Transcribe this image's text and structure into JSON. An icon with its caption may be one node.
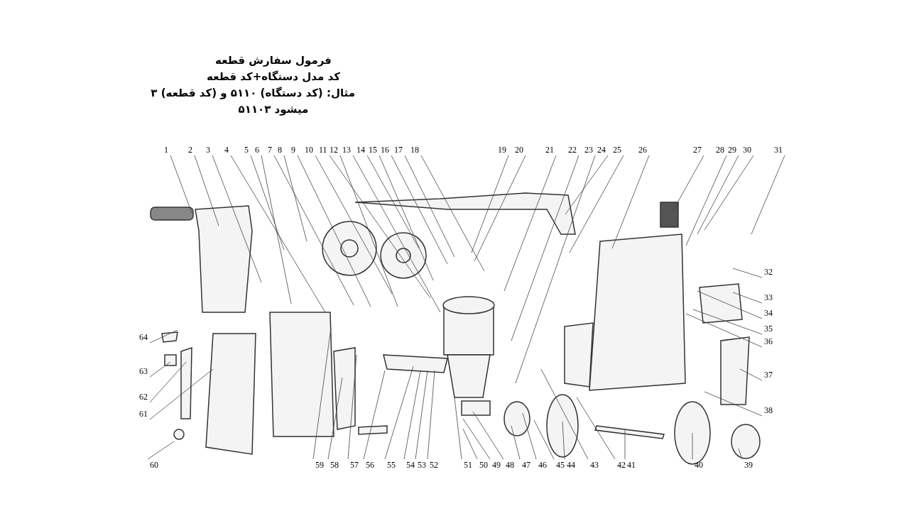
{
  "diagram": {
    "nodes": [
      {
        "text": [
          "1"
        ]
      },
      {
        "text": [
          "2"
        ]
      },
      {
        "text": [
          "3"
        ]
      },
      {
        "text": [
          "4"
        ]
      },
      {
        "text": [
          "5"
        ]
      },
      {
        "text": [
          "6"
        ]
      },
      {
        "text": [
          "7"
        ]
      },
      {
        "text": [
          "8"
        ]
      },
      {
        "text": [
          "9"
        ]
      },
      {
        "text": [
          "10"
        ]
      },
      {
        "text": [
          "11"
        ]
      },
      {
        "text": [
          "12"
        ]
      },
      {
        "text": [
          "13"
        ]
      },
      {
        "text": [
          "14"
        ]
      },
      {
        "text": [
          "15"
        ]
      },
      {
        "text": [
          "16"
        ]
      },
      {
        "text": [
          "17"
        ]
      },
      {
        "text": [
          "18"
        ]
      },
      {
        "text": [
          "19"
        ]
      },
      {
        "text": [
          "20"
        ]
      },
      {
        "text": [
          "21"
        ]
      },
      {
        "text": [
          "22"
        ]
      },
      {
        "text": [
          "23"
        ]
      },
      {
        "text": [
          "24"
        ]
      },
      {
        "text": [
          "25"
        ]
      },
      {
        "text": [
          "26"
        ]
      },
      {
        "text": [
          "27"
        ]
      },
      {
        "text": [
          "28"
        ]
      },
      {
        "text": [
          "29"
        ]
      },
      {
        "text": [
          "30"
        ]
      },
      {
        "text": [
          "31"
        ]
      },
      {
        "text": [
          "32"
        ]
      },
      {
        "text": [
          "33"
        ]
      },
      {
        "text": [
          "34"
        ]
      },
      {
        "text": [
          "35"
        ]
      },
      {
        "text": [
          "36"
        ]
      },
      {
        "text": [
          "37"
        ]
      },
      {
        "text": [
          "38"
        ]
      },
      {
        "text": [
          "39"
        ]
      },
      {
        "text": [
          "40"
        ]
      },
      {
        "text": [
          "41"
        ]
      },
      {
        "text": [
          "42"
        ]
      },
      {
        "text": [
          "43"
        ]
      },
      {
        "text": [
          "44"
        ]
      },
      {
        "text": [
          "45"
        ]
      },
      {
        "text": [
          "46"
        ]
      },
      {
        "text": [
          "47"
        ]
      },
      {
        "text": [
          "48"
        ]
      },
      {
        "text": [
          "49"
        ]
      },
      {
        "text": [
          "50"
        ]
      },
      {
        "text": [
          "51"
        ]
      },
      {
        "text": [
          "52"
        ]
      },
      {
        "text": [
          "53"
        ]
      },
      {
        "text": [
          "54"
        ]
      },
      {
        "text": [
          "55"
        ]
      },
      {
        "text": [
          "56"
        ]
      },
      {
        "text": [
          "57"
        ]
      },
      {
        "text": [
          "58"
        ]
      },
      {
        "text": [
          "59"
        ]
      },
      {
        "text": [
          "60"
        ]
      },
      {
        "text": [
          "61"
        ]
      },
      {
        "text": [
          "62"
        ]
      },
      {
        "text": [
          "63"
        ]
      },
      {
        "text": [
          "64"
        ]
      }
    ],
    "edges": [
      {
        "from": 0,
        "to": null,
        "arrow": "none"
      },
      {
        "from": 1,
        "to": null,
        "arrow": "none"
      },
      {
        "from": 2,
        "to": null,
        "arrow": "none"
      },
      {
        "from": 3,
        "to": null,
        "arrow": "none"
      },
      {
        "from": 4,
        "to": null,
        "arrow": "none"
      },
      {
        "from": 5,
        "to": null,
        "arrow": "none"
      },
      {
        "from": 6,
        "to": null,
        "arrow": "none"
      },
      {
        "from": 7,
        "to": null,
        "arrow": "none"
      },
      {
        "from": 8,
        "to": null,
        "arrow": "none"
      },
      {
        "from": 9,
        "to": null,
        "arrow": "none"
      },
      {
        "from": 10,
        "to": null,
        "arrow": "none"
      },
      {
        "from": 11,
        "to": null,
        "arrow": "none"
      },
      {
        "from": 12,
        "to": null,
        "arrow": "none"
      },
      {
        "from": 13,
        "to": null,
        "arrow": "none"
      },
      {
        "from": 14,
        "to": null,
        "arrow": "none"
      },
      {
        "from": 15,
        "to": null,
        "arrow": "none"
      },
      {
        "from": 16,
        "to": null,
        "arrow": "none"
      },
      {
        "from": 17,
        "to": null,
        "arrow": "none"
      },
      {
        "from": 18,
        "to": null,
        "arrow": "none"
      },
      {
        "from": 19,
        "to": null,
        "arrow": "none"
      },
      {
        "from": 20,
        "to": null,
        "arrow": "none"
      },
      {
        "from": 21,
        "to": null,
        "arrow": "none"
      },
      {
        "from": 22,
        "to": null,
        "arrow": "none"
      },
      {
        "from": 23,
        "to": null,
        "arrow": "none"
      },
      {
        "from": 24,
        "to": null,
        "arrow": "none"
      },
      {
        "from": 25,
        "to": null,
        "arrow": "none"
      },
      {
        "from": 26,
        "to": null,
        "arrow": "none"
      },
      {
        "from": 27,
        "to": null,
        "arrow": "none"
      },
      {
        "from": 28,
        "to": null,
        "arrow": "none"
      },
      {
        "from": 29,
        "to": null,
        "arrow": "none"
      },
      {
        "from": 30,
        "to": null,
        "arrow": "none"
      },
      {
        "from": 31,
        "to": null,
        "arrow": "none"
      },
      {
        "from": 32,
        "to": null,
        "arrow": "none"
      },
      {
        "from": 33,
        "to": null,
        "arrow": "none"
      },
      {
        "from": 34,
        "to": null,
        "arrow": "none"
      },
      {
        "from": 35,
        "to": null,
        "arrow": "none"
      },
      {
        "from": 36,
        "to": null,
        "arrow": "none"
      },
      {
        "from": 37,
        "to": null,
        "arrow": "none"
      },
      {
        "from": 38,
        "to": null,
        "arrow": "none"
      },
      {
        "from": 39,
        "to": null,
        "arrow": "none"
      },
      {
        "from": 40,
        "to": null,
        "arrow": "none"
      },
      {
        "from": 41,
        "to": null,
        "arrow": "none"
      },
      {
        "from": 42,
        "to": null,
        "arrow": "none"
      },
      {
        "from": 43,
        "to": null,
        "arrow": "none"
      },
      {
        "from": 44,
        "to": null,
        "arrow": "none"
      },
      {
        "from": 45,
        "to": null,
        "arrow": "none"
      },
      {
        "from": 46,
        "to": null,
        "arrow": "none"
      },
      {
        "from": 47,
        "to": null,
        "arrow": "none"
      },
      {
        "from": 48,
        "to": null,
        "arrow": "none"
      },
      {
        "from": 49,
        "to": null,
        "arrow": "none"
      },
      {
        "from": 50,
        "to": null,
        "arrow": "none"
      },
      {
        "from": 51,
        "to": null,
        "arrow": "none"
      },
      {
        "from": 52,
        "to": null,
        "arrow": "none"
      },
      {
        "from": 53,
        "to": null,
        "arrow": "none"
      },
      {
        "from": 54,
        "to": null,
        "arrow": "none"
      },
      {
        "from": 55,
        "to": null,
        "arrow": "none"
      },
      {
        "from": 56,
        "to": null,
        "arrow": "none"
      },
      {
        "from": 57,
        "to": null,
        "arrow": "none"
      },
      {
        "from": 58,
        "to": null,
        "arrow": "none"
      },
      {
        "from": 59,
        "to": null,
        "arrow": "none"
      },
      {
        "from": 60,
        "to": null,
        "arrow": "none"
      },
      {
        "from": 61,
        "to": null,
        "arrow": "none"
      },
      {
        "from": 62,
        "to": null,
        "arrow": "none"
      },
      {
        "from": 63,
        "to": null,
        "arrow": "none"
      }
    ],
    "labels": [
      "فرمول سفارش قطعه",
      "کد مدل دستگاه+کد قطعه",
      "مثال: (کد دستگاه) ۵۱۱۰ و (کد قطعه) ۳",
      "میشود ۵۱۱۰۳"
    ]
  }
}
